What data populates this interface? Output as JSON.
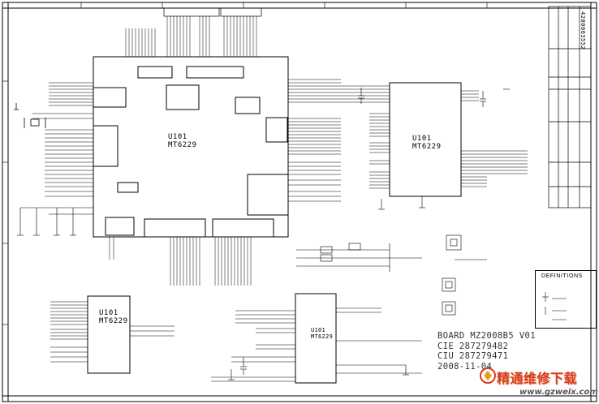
{
  "chips": {
    "u101_main_a": {
      "ref": "U101",
      "part": "MT6229"
    },
    "u101_main_b": {
      "ref": "U101",
      "part": "MT6229"
    },
    "u101_small": {
      "ref": "U101",
      "part": "MT6229"
    },
    "u101_bottom": {
      "ref": "U101",
      "part": "MT6229"
    }
  },
  "board_info": {
    "line1": "BOARD MZ2008B5 V01",
    "line2": "CIE 287279482",
    "line3": "CIU 287279471",
    "line4": "2008-11-04"
  },
  "definitions": {
    "title": "DEFINITIONS"
  },
  "watermark": {
    "cn": "精通维修下载",
    "url": "www.gzweix.com"
  },
  "title_block": {
    "part_no": "4200003552"
  },
  "colors": {
    "ink": "#000000",
    "watermark_red": "#d63c1c",
    "board_text": "#333333"
  }
}
